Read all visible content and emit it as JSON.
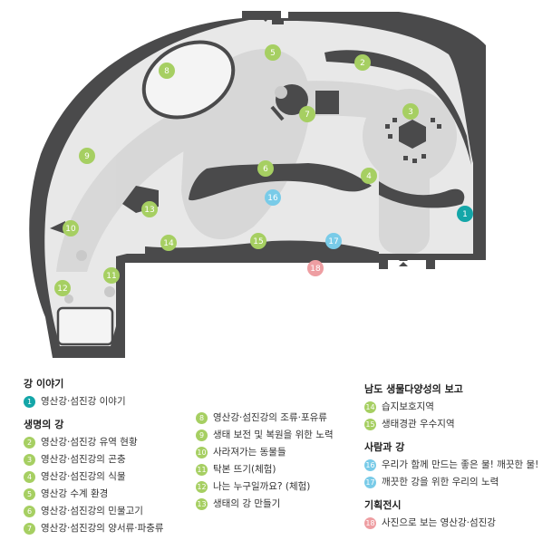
{
  "colors": {
    "green": "#a6cf62",
    "teal": "#14a6a8",
    "sky": "#79cbe8",
    "pink": "#ee9ea2",
    "wall": "#4a4a4b",
    "floor": "#e8e8e8",
    "zone": "#d6d6d6"
  },
  "map": {
    "icons": {
      "entrance_top": "double-chevron-down",
      "entrance_bottom": "double-chevron-up"
    },
    "markers": [
      {
        "n": "1",
        "color": "teal"
      },
      {
        "n": "2",
        "color": "green"
      },
      {
        "n": "3",
        "color": "green"
      },
      {
        "n": "4",
        "color": "green"
      },
      {
        "n": "5",
        "color": "green"
      },
      {
        "n": "6",
        "color": "green"
      },
      {
        "n": "7",
        "color": "green"
      },
      {
        "n": "8",
        "color": "green"
      },
      {
        "n": "9",
        "color": "green"
      },
      {
        "n": "10",
        "color": "green"
      },
      {
        "n": "11",
        "color": "green"
      },
      {
        "n": "12",
        "color": "green"
      },
      {
        "n": "13",
        "color": "green"
      },
      {
        "n": "14",
        "color": "green"
      },
      {
        "n": "15",
        "color": "green"
      },
      {
        "n": "16",
        "color": "sky"
      },
      {
        "n": "17",
        "color": "sky"
      },
      {
        "n": "18",
        "color": "pink"
      }
    ]
  },
  "legend": {
    "sections": [
      {
        "title": "강 이야기",
        "items": [
          {
            "n": "1",
            "color": "teal",
            "label": "영산강·섬진강 이야기"
          }
        ]
      },
      {
        "title": "생명의 강",
        "items": [
          {
            "n": "2",
            "color": "green",
            "label": "영산강·섬진강 유역 현황"
          },
          {
            "n": "3",
            "color": "green",
            "label": "영산강·섬진강의 곤충"
          },
          {
            "n": "4",
            "color": "green",
            "label": "영산강·섬진강의 식물"
          },
          {
            "n": "5",
            "color": "green",
            "label": "영산강 수계 환경"
          },
          {
            "n": "6",
            "color": "green",
            "label": "영산강·섬진강의 민물고기"
          },
          {
            "n": "7",
            "color": "green",
            "label": "영산강·섬진강의 양서류·파충류"
          }
        ]
      },
      {
        "title": "",
        "items": [
          {
            "n": "8",
            "color": "green",
            "label": "영산강·섬진강의 조류·포유류"
          },
          {
            "n": "9",
            "color": "green",
            "label": "생태 보전 및 복원을 위한 노력"
          },
          {
            "n": "10",
            "color": "green",
            "label": "사라져가는 동물들"
          },
          {
            "n": "11",
            "color": "green",
            "label": "탁본 뜨기(체험)"
          },
          {
            "n": "12",
            "color": "green",
            "label": "나는 누구일까요? (체험)"
          },
          {
            "n": "13",
            "color": "green",
            "label": "생태의 강 만들기"
          }
        ]
      },
      {
        "title": "남도 생물다양성의 보고",
        "items": [
          {
            "n": "14",
            "color": "green",
            "label": "습지보호지역"
          },
          {
            "n": "15",
            "color": "green",
            "label": "생태경관 우수지역"
          }
        ]
      },
      {
        "title": "사람과 강",
        "items": [
          {
            "n": "16",
            "color": "sky",
            "label": "우리가 함께 만드는 좋은 물! 깨끗한 물!"
          },
          {
            "n": "17",
            "color": "sky",
            "label": "깨끗한 강을 위한 우리의 노력"
          }
        ]
      },
      {
        "title": "기획전시",
        "items": [
          {
            "n": "18",
            "color": "pink",
            "label": "사진으로 보는 영산강·섬진강"
          }
        ]
      }
    ]
  }
}
